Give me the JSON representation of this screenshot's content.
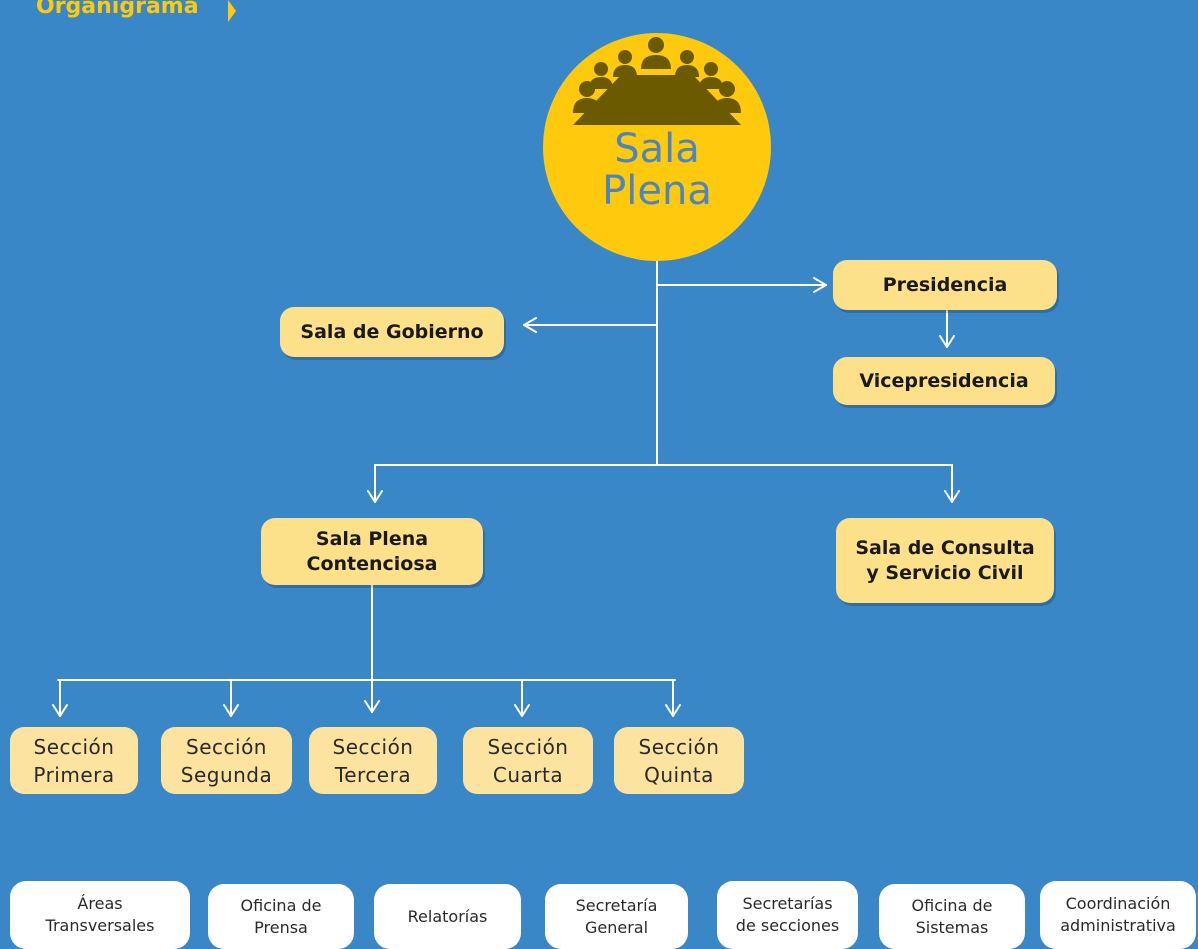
{
  "header": {
    "title": "Organigrama",
    "chevron_icon": "chevron-right-icon",
    "accent": "#ffc90e"
  },
  "colors": {
    "background": "#3a87c8",
    "circle": "#ffc90e",
    "circle_text": "#4d86be",
    "box": "#fde08a",
    "section_box": "#fde3a0",
    "line": "#ffffff"
  },
  "top": {
    "icon": "meeting-table-people-icon",
    "label": "Sala\nPlena"
  },
  "nodes": {
    "presidencia": "Presidencia",
    "vicepresidencia": "Vicepresidencia",
    "sala_gobierno": "Sala de Gobierno",
    "sala_plena_contenciosa": "Sala Plena\nContenciosa",
    "sala_consulta": "Sala de Consulta\ny Servicio Civil"
  },
  "sections": [
    "Sección\nPrimera",
    "Sección\nSegunda",
    "Sección\nTercera",
    "Sección\nCuarta",
    "Sección\nQuinta"
  ],
  "transversal": [
    "Áreas\nTransversales",
    "Oficina de\nPrensa",
    "Relatorías",
    "Secretaría\nGeneral",
    "Secretarías\nde secciones",
    "Oficina de\nSistemas",
    "Coordinación\nadministrativa"
  ]
}
